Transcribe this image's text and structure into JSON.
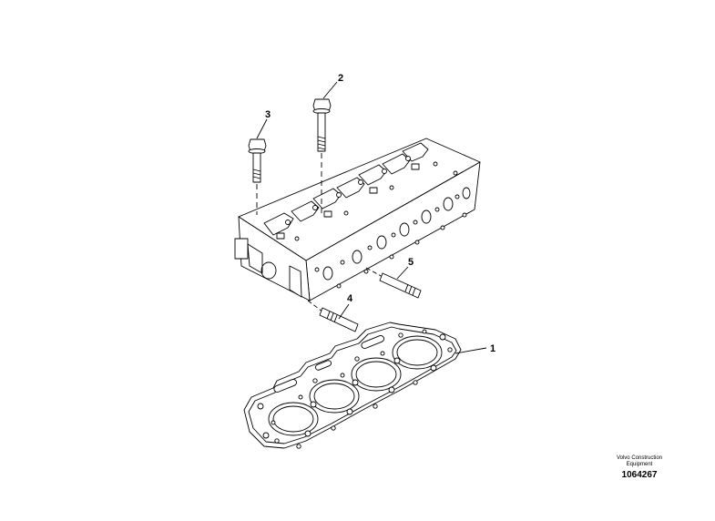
{
  "callouts": [
    {
      "id": "1",
      "text": "1"
    },
    {
      "id": "2",
      "text": "2"
    },
    {
      "id": "3",
      "text": "3"
    },
    {
      "id": "4",
      "text": "4"
    },
    {
      "id": "5",
      "text": "5"
    }
  ],
  "footer": {
    "company_line1": "Volvo Construction",
    "company_line2": "Equipment",
    "reference": "1064267"
  },
  "colors": {
    "line": "#000000",
    "background": "#ffffff",
    "fill": "#ffffff"
  }
}
